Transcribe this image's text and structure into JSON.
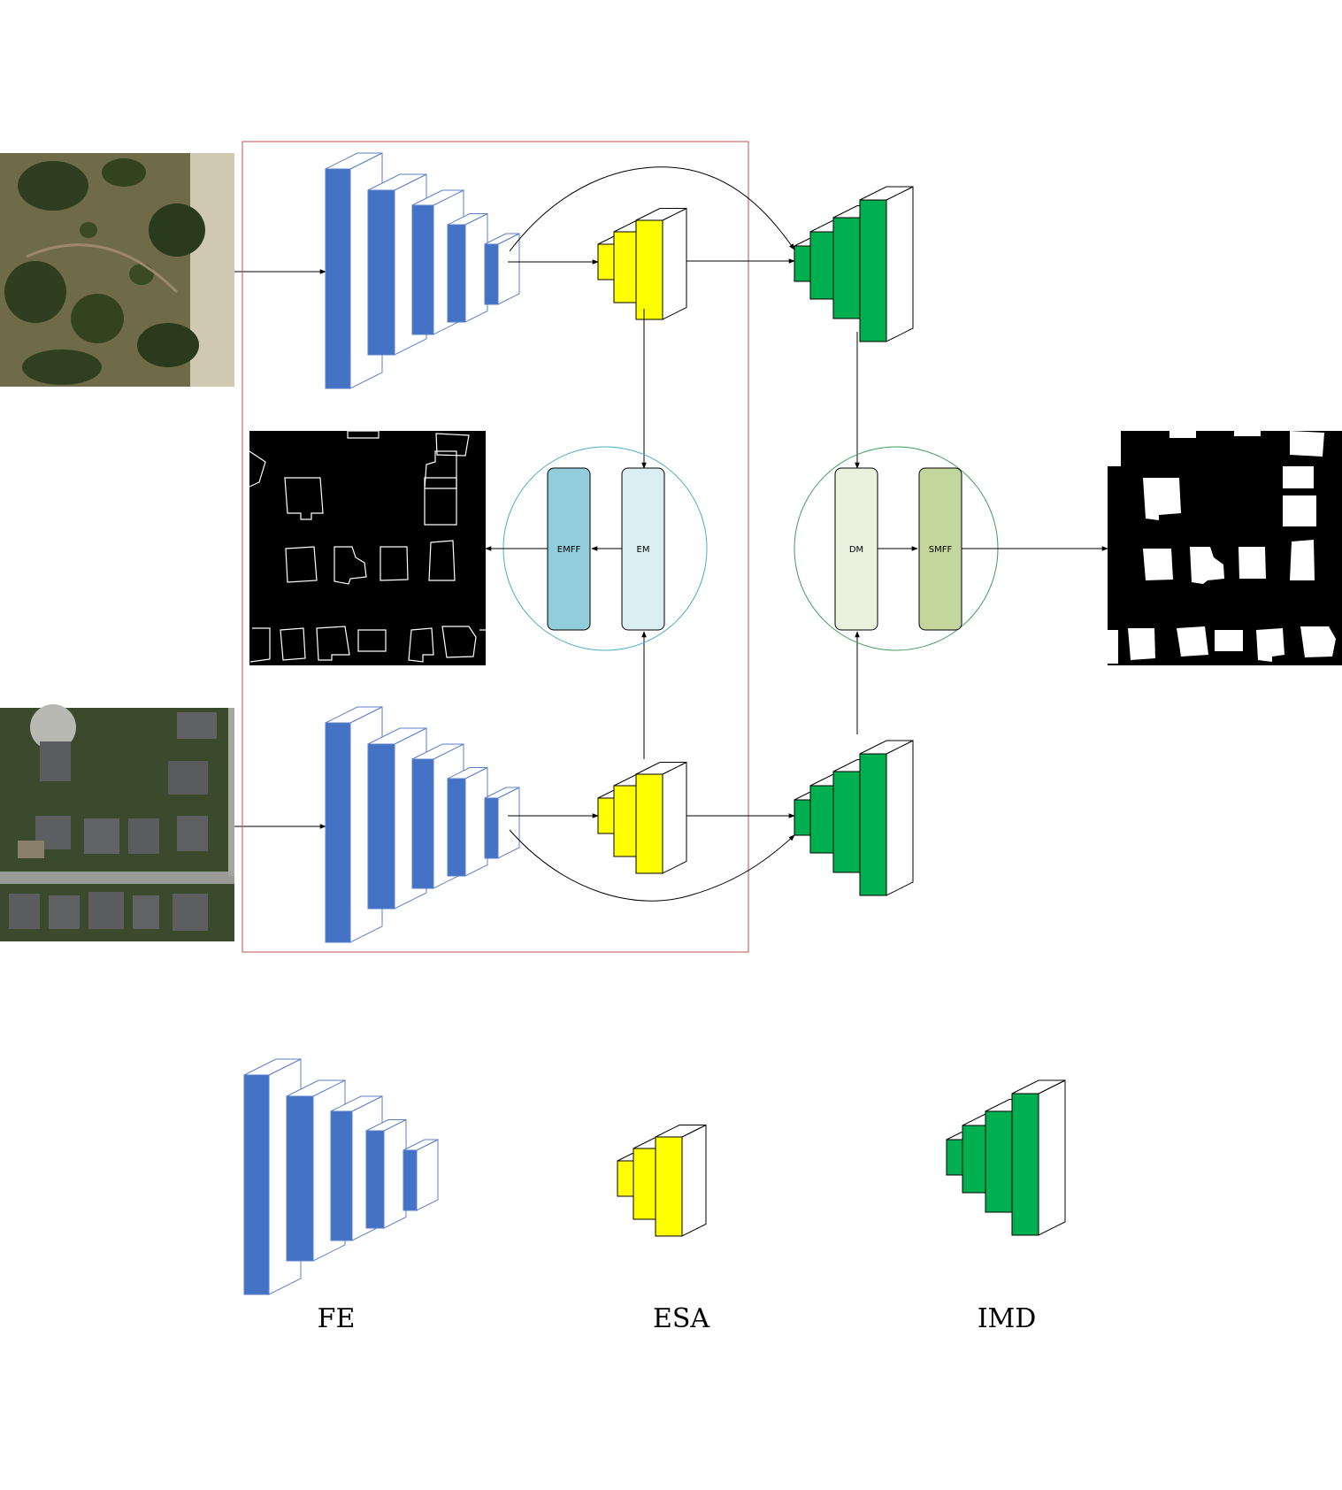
{
  "modules": {
    "em": "EM",
    "emff": "EMFF",
    "dm": "DM",
    "smff": "SMFF"
  },
  "legend": {
    "fe": "FE",
    "esa": "ESA",
    "imd": "IMD"
  },
  "colors": {
    "fe_blue": "#4472C4",
    "fe_outline": "#5B7FC8",
    "esa_yellow": "#FFFF00",
    "imd_green": "#00B050",
    "em_fill": "#DAEEF3",
    "emff_fill": "#92CDDC",
    "dm_fill": "#EBF1DE",
    "smff_fill": "#C3D69B",
    "encoder_frame": "#C0504D",
    "em_circle": "#4BACC6",
    "dm_circle": "#3C9D5A"
  },
  "images": {
    "input_top": "aerial-image-pre",
    "input_bottom": "aerial-image-post",
    "edge_map": "edge-output",
    "seg_map": "segmentation-output"
  }
}
